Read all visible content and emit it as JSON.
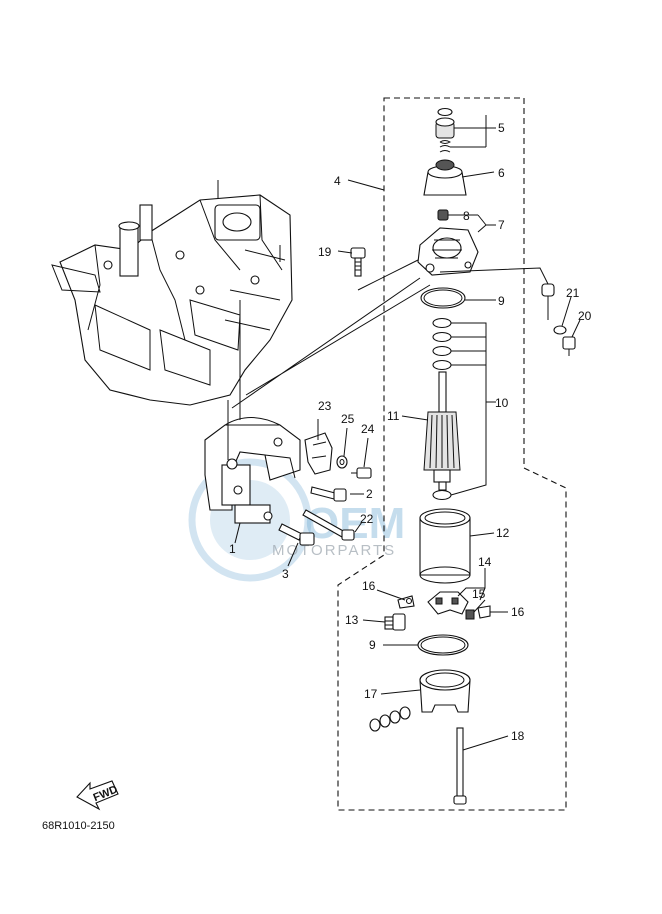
{
  "diagram": {
    "drawing_code": "68R1010-2150",
    "fwd_label": "FWD",
    "watermark_primary": "OEM",
    "watermark_secondary": "MOTORPARTS",
    "callouts": [
      "1",
      "2",
      "3",
      "4",
      "5",
      "6",
      "7",
      "8",
      "9",
      "9",
      "10",
      "11",
      "12",
      "13",
      "14",
      "15",
      "16",
      "16",
      "17",
      "18",
      "19",
      "20",
      "21",
      "22",
      "23",
      "24",
      "25"
    ]
  }
}
